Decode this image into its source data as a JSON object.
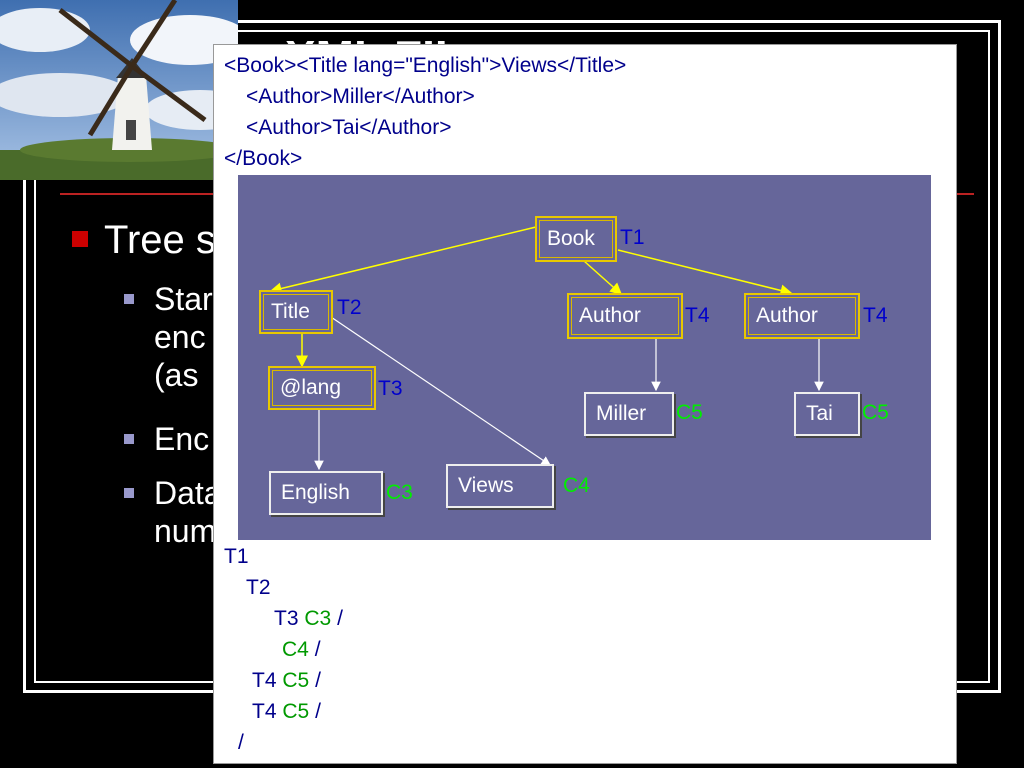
{
  "slide": {
    "title": "XML FIL",
    "bullet": "Tree s",
    "sub_items": [
      {
        "lines": [
          "Star",
          "enc",
          "(as"
        ]
      },
      {
        "lines": [
          "Enc"
        ]
      },
      {
        "lines": [
          "Data",
          "num"
        ]
      }
    ]
  },
  "xml_source": [
    "<Book><Title lang=\"English\">Views</Title>",
    "<Author>Miller</Author>",
    "<Author>Tai</Author>",
    "</Book>"
  ],
  "tree": {
    "nodes": {
      "book": "Book",
      "title": "Title",
      "lang": "@lang",
      "english": "English",
      "views": "Views",
      "author1": "Author",
      "author2": "Author",
      "miller": "Miller",
      "tai": "Tai"
    },
    "tags": {
      "book": "T1",
      "title": "T2",
      "lang": "T3",
      "english": "C3",
      "views": "C4",
      "author1": "T4",
      "author2": "T4",
      "miller": "C5",
      "tai": "C5"
    }
  },
  "encoding": {
    "l1": "T1",
    "l2": "T2",
    "l3_tag": "T3",
    "l3_code": "C3",
    "l3_end": "/",
    "l4_code": "C4",
    "l4_end": "/",
    "l5_tag": "T4",
    "l5_code": "C5",
    "l5_end": "/",
    "l6_tag": "T4",
    "l6_code": "C5",
    "l6_end": "/",
    "l7_end": "/"
  },
  "colors": {
    "tree_panel": "#66669a",
    "tag_label": "#0000cc",
    "code_label": "#00ee00",
    "yellow_edge": "#ffff00",
    "white_edge": "#ffffff"
  }
}
